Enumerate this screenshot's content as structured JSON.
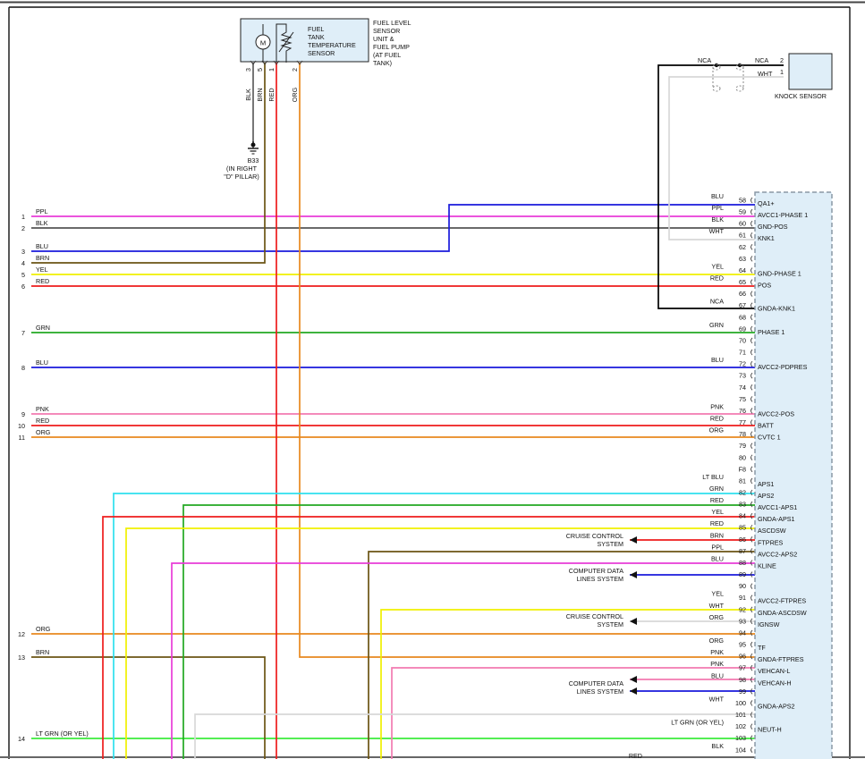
{
  "fuel_unit": {
    "box_label": [
      "FUEL",
      "TANK",
      "TEMPERATURE",
      "SENSOR"
    ],
    "side_label": [
      "FUEL LEVEL",
      "SENSOR",
      "UNIT &",
      "FUEL PUMP",
      "(AT FUEL",
      "TANK)"
    ],
    "motor_symbol": "M",
    "pins": [
      {
        "num": "3",
        "color_name": "BLK"
      },
      {
        "num": "5",
        "color_name": "BRN"
      },
      {
        "num": "1",
        "color_name": "RED"
      },
      {
        "num": "2",
        "color_name": "ORG"
      }
    ]
  },
  "ground": {
    "id": "B33",
    "location": [
      "(IN RIGHT",
      "\"D\" PILLAR)"
    ]
  },
  "knock_sensor": {
    "label": "KNOCK SENSOR",
    "pins": [
      {
        "num": "2",
        "color_name": "NCA"
      },
      {
        "num": "1",
        "color_name": "WHT"
      }
    ],
    "shield_label": "NCA"
  },
  "colors": {
    "PPL": "#e83cd8",
    "BLK": "#555555",
    "BLU": "#1a1adc",
    "BRN": "#6b5414",
    "YEL": "#f0f000",
    "RED": "#ee1c1c",
    "GRN": "#22a822",
    "PNK": "#f27ab0",
    "ORG": "#e8881e",
    "LT BLU": "#2ee0ee",
    "WHT": "#d8d8d8",
    "NCA": "#000000",
    "LT GRN": "#3cec3c"
  },
  "left_wires": [
    {
      "num": "1",
      "color_name": "PPL"
    },
    {
      "num": "2",
      "color_name": "BLK"
    },
    {
      "num": "3",
      "color_name": "BLU"
    },
    {
      "num": "4",
      "color_name": "BRN"
    },
    {
      "num": "5",
      "color_name": "YEL"
    },
    {
      "num": "6",
      "color_name": "RED"
    },
    {
      "num": "7",
      "color_name": "GRN"
    },
    {
      "num": "8",
      "color_name": "BLU"
    },
    {
      "num": "9",
      "color_name": "PNK"
    },
    {
      "num": "10",
      "color_name": "RED"
    },
    {
      "num": "11",
      "color_name": "ORG"
    },
    {
      "num": "12",
      "color_name": "ORG"
    },
    {
      "num": "13",
      "color_name": "BRN"
    },
    {
      "num": "14",
      "color_name": "LT GRN  (OR YEL)"
    }
  ],
  "ecm_pins": [
    {
      "num": "58",
      "wire": "BLU",
      "signal": "QA1+"
    },
    {
      "num": "59",
      "wire": "PPL",
      "signal": "AVCC1-PHASE 1"
    },
    {
      "num": "60",
      "wire": "BLK",
      "signal": "GND-POS"
    },
    {
      "num": "61",
      "wire": "WHT",
      "signal": "KNK1"
    },
    {
      "num": "62",
      "wire": "",
      "signal": ""
    },
    {
      "num": "63",
      "wire": "",
      "signal": ""
    },
    {
      "num": "64",
      "wire": "YEL",
      "signal": "GND-PHASE 1"
    },
    {
      "num": "65",
      "wire": "RED",
      "signal": "POS"
    },
    {
      "num": "66",
      "wire": "",
      "signal": ""
    },
    {
      "num": "67",
      "wire": "NCA",
      "signal": "GNDA-KNK1"
    },
    {
      "num": "68",
      "wire": "",
      "signal": ""
    },
    {
      "num": "69",
      "wire": "GRN",
      "signal": "PHASE 1"
    },
    {
      "num": "70",
      "wire": "",
      "signal": ""
    },
    {
      "num": "71",
      "wire": "",
      "signal": ""
    },
    {
      "num": "72",
      "wire": "BLU",
      "signal": "AVCC2-PDPRES"
    },
    {
      "num": "73",
      "wire": "",
      "signal": ""
    },
    {
      "num": "74",
      "wire": "",
      "signal": ""
    },
    {
      "num": "75",
      "wire": "",
      "signal": ""
    },
    {
      "num": "76",
      "wire": "PNK",
      "signal": "AVCC2-POS"
    },
    {
      "num": "77",
      "wire": "RED",
      "signal": "BATT"
    },
    {
      "num": "78",
      "wire": "ORG",
      "signal": "CVTC 1"
    },
    {
      "num": "79",
      "wire": "",
      "signal": ""
    },
    {
      "num": "80",
      "wire": "",
      "signal": ""
    },
    {
      "num": "F8",
      "wire": "",
      "signal": ""
    },
    {
      "num": "81",
      "wire": "LT BLU",
      "signal": "APS1"
    },
    {
      "num": "82",
      "wire": "GRN",
      "signal": "APS2"
    },
    {
      "num": "83",
      "wire": "RED",
      "signal": "AVCC1-APS1"
    },
    {
      "num": "84",
      "wire": "YEL",
      "signal": "GNDA-APS1"
    },
    {
      "num": "85",
      "wire": "RED",
      "signal": "ASCDSW"
    },
    {
      "num": "86",
      "wire": "BRN",
      "signal": "FTPRES"
    },
    {
      "num": "87",
      "wire": "PPL",
      "signal": "AVCC2-APS2"
    },
    {
      "num": "88",
      "wire": "BLU",
      "signal": "KLINE"
    },
    {
      "num": "89",
      "wire": "",
      "signal": ""
    },
    {
      "num": "90",
      "wire": "",
      "signal": ""
    },
    {
      "num": "91",
      "wire": "YEL",
      "signal": "AVCC2-FTPRES"
    },
    {
      "num": "92",
      "wire": "WHT",
      "signal": "GNDA-ASCDSW"
    },
    {
      "num": "93",
      "wire": "ORG",
      "signal": "IGNSW"
    },
    {
      "num": "94",
      "wire": "",
      "signal": ""
    },
    {
      "num": "95",
      "wire": "ORG",
      "signal": "TF"
    },
    {
      "num": "96",
      "wire": "PNK",
      "signal": "GNDA-FTPRES"
    },
    {
      "num": "97",
      "wire": "PNK",
      "signal": "VEHCAN-L"
    },
    {
      "num": "98",
      "wire": "BLU",
      "signal": "VEHCAN-H"
    },
    {
      "num": "99",
      "wire": "",
      "signal": ""
    },
    {
      "num": "100",
      "wire": "WHT",
      "signal": "GNDA-APS2"
    },
    {
      "num": "101",
      "wire": "",
      "signal": ""
    },
    {
      "num": "102",
      "wire": "LT GRN  (OR YEL)",
      "signal": "NEUT-H"
    },
    {
      "num": "103",
      "wire": "",
      "signal": ""
    },
    {
      "num": "104",
      "wire": "BLK",
      "signal": ""
    }
  ],
  "external_refs": [
    {
      "name": "cruise-control-system-1",
      "text": [
        "CRUISE CONTROL",
        "SYSTEM"
      ]
    },
    {
      "name": "computer-data-lines-1",
      "text": [
        "COMPUTER DATA",
        "LINES SYSTEM"
      ]
    },
    {
      "name": "cruise-control-system-2",
      "text": [
        "CRUISE CONTROL",
        "SYSTEM"
      ]
    },
    {
      "name": "computer-data-lines-2",
      "text": [
        "COMPUTER DATA",
        "LINES SYSTEM"
      ]
    }
  ],
  "bottom_partial_label": "RED"
}
